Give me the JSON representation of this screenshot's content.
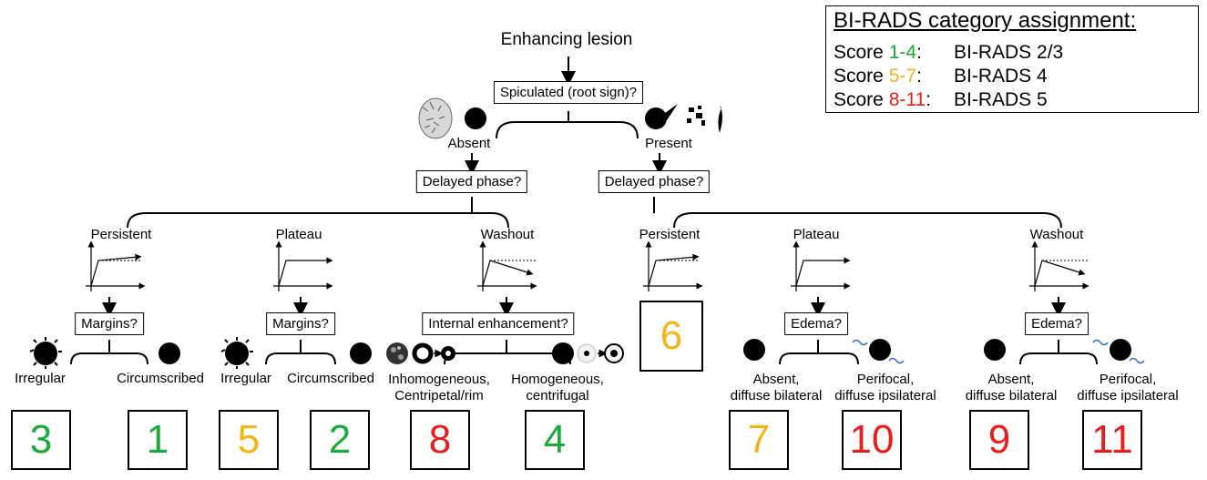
{
  "root": {
    "label": "Enhancing lesion",
    "question": "Spiculated (root sign)?"
  },
  "spiculation": {
    "absent": "Absent",
    "present": "Present"
  },
  "branches": {
    "absent": {
      "question": "Delayed phase?",
      "kinetics": [
        {
          "label": "Persistent",
          "question": "Margins?",
          "left": {
            "label": "Irregular",
            "score": "3",
            "color": "#1aab3b"
          },
          "right": {
            "label": "Circumscribed",
            "score": "1",
            "color": "#1aab3b"
          }
        },
        {
          "label": "Plateau",
          "question": "Margins?",
          "left": {
            "label": "Irregular",
            "score": "5",
            "color": "#f5b417"
          },
          "right": {
            "label": "Circumscribed",
            "score": "2",
            "color": "#1aab3b"
          }
        },
        {
          "label": "Washout",
          "question": "Internal enhancement?",
          "left": {
            "label_line1": "Inhomogeneous,",
            "label_line2": "Centripetal/rim",
            "score": "8",
            "color": "#ea1d1d"
          },
          "right": {
            "label_line1": "Homogeneous,",
            "label_line2": "centrifugal",
            "score": "4",
            "color": "#1aab3b"
          }
        }
      ]
    },
    "present": {
      "question": "Delayed phase?",
      "kinetics": [
        {
          "label": "Persistent",
          "score": "6",
          "color": "#f5b417"
        },
        {
          "label": "Plateau",
          "question": "Edema?",
          "left": {
            "label_line1": "Absent,",
            "label_line2": "diffuse bilateral",
            "score": "7",
            "color": "#f5b417"
          },
          "right": {
            "label_line1": "Perifocal,",
            "label_line2": "diffuse ipsilateral",
            "score": "10",
            "color": "#ea1d1d"
          }
        },
        {
          "label": "Washout",
          "question": "Edema?",
          "left": {
            "label_line1": "Absent,",
            "label_line2": "diffuse bilateral",
            "score": "9",
            "color": "#ea1d1d"
          },
          "right": {
            "label_line1": "Perifocal,",
            "label_line2": "diffuse ipsilateral",
            "score": "11",
            "color": "#ea1d1d"
          }
        }
      ]
    }
  },
  "legend": {
    "title": "BI-RADS category assignment:",
    "rows": [
      {
        "prefix": "Score ",
        "range": "1-4",
        "suffix": ":",
        "category": "BI-RADS 2/3",
        "color": "#1aab3b"
      },
      {
        "prefix": "Score ",
        "range": "5-7",
        "suffix": ":",
        "category": "BI-RADS 4",
        "color": "#f5b417"
      },
      {
        "prefix": "Score ",
        "range": "8-11",
        "suffix": ":",
        "category": "BI-RADS 5",
        "color": "#ea1d1d"
      }
    ]
  },
  "colors": {
    "green": "#1aab3b",
    "orange": "#f5b417",
    "red": "#ea1d1d",
    "edema": "#2a6fd6"
  }
}
